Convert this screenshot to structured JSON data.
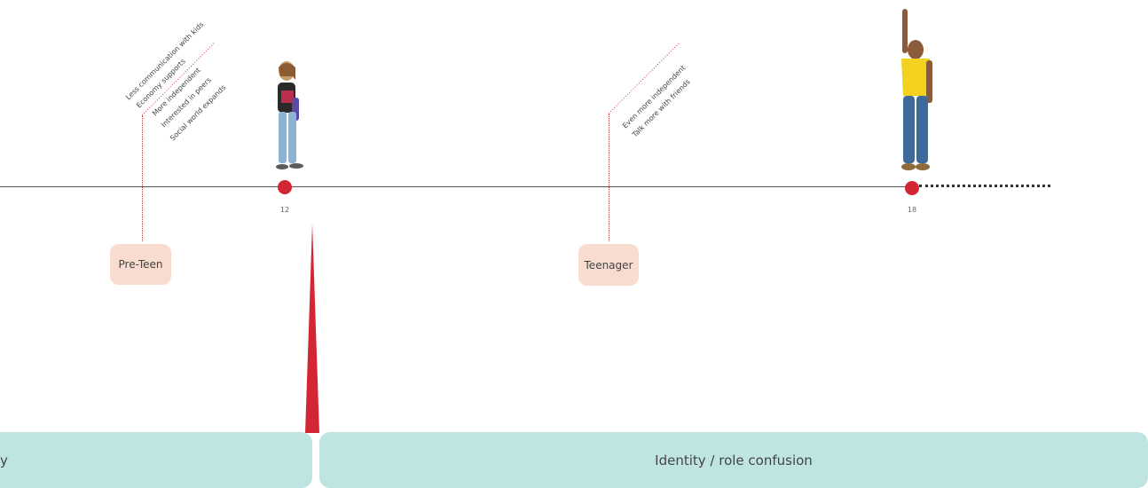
{
  "timeline": {
    "markers": [
      {
        "age": "12"
      },
      {
        "age": "18"
      }
    ],
    "stages": [
      {
        "label": "Pre-Teen"
      },
      {
        "label": "Teenager"
      }
    ],
    "notes": {
      "preteen": [
        "Less communication with kids",
        "Economy supports",
        "More independent",
        "Interested in peers",
        "Social world expands"
      ],
      "teenager": [
        "Even more independent",
        "Talk more with friends"
      ]
    }
  },
  "bottom_bars": {
    "left_label": "y",
    "right_label": "Identity / role confusion"
  },
  "colors": {
    "marker": "#d32634",
    "badge": "#f7dccf",
    "bar": "#bfe5e3",
    "dotted": "#d3404a"
  }
}
